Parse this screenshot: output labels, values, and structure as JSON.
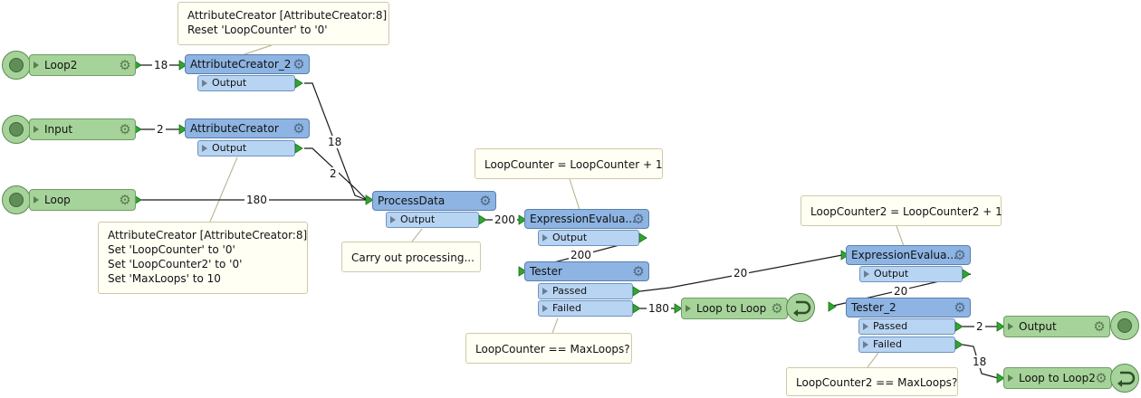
{
  "notes": {
    "ac2": [
      "AttributeCreator [AttributeCreator:8]",
      "Reset 'LoopCounter' to '0'"
    ],
    "ac": [
      "AttributeCreator [AttributeCreator:8]",
      "Set 'LoopCounter' to '0'",
      "Set 'LoopCounter2' to '0'",
      "Set 'MaxLoops' to 10"
    ],
    "expr1": [
      "LoopCounter = LoopCounter + 1"
    ],
    "process": [
      "Carry out processing..."
    ],
    "expr2": [
      "LoopCounter2 = LoopCounter2 + 1"
    ],
    "tester1": [
      "LoopCounter == MaxLoops?"
    ],
    "tester2": [
      "LoopCounter2 == MaxLoops?"
    ]
  },
  "bookmarks": {
    "loop2": "Loop2",
    "input": "Input",
    "loop": "Loop",
    "loop_to_loop": "Loop to Loop",
    "output": "Output",
    "loop_to_loop2": "Loop to Loop2"
  },
  "transformers": {
    "attributecreator_2": {
      "name": "AttributeCreator_2",
      "port": "Output"
    },
    "attributecreator": {
      "name": "AttributeCreator",
      "port": "Output"
    },
    "processdata": {
      "name": "ProcessData",
      "port": "Output"
    },
    "expressionevaluator_1": {
      "name": "ExpressionEvalua...",
      "port": "Output"
    },
    "tester": {
      "name": "Tester",
      "ports": [
        "Passed",
        "Failed"
      ]
    },
    "expressionevaluator_2": {
      "name": "ExpressionEvalua...",
      "port": "Output"
    },
    "tester_2": {
      "name": "Tester_2",
      "ports": [
        "Passed",
        "Failed"
      ]
    }
  },
  "counts": {
    "loop2_to_ac2": "18",
    "input_to_ac": "2",
    "loop_to_process": "180",
    "ac2_to_process": "18",
    "ac_to_process": "2",
    "process_to_expr1": "200",
    "expr1_to_tester": "200",
    "tester_passed_to_expr2": "20",
    "tester_failed_to_loop": "180",
    "expr2_to_tester2": "20",
    "tester2_passed_to_output": "2",
    "tester2_failed_to_loop2": "18"
  },
  "colors": {
    "transformer": "#8db4e2",
    "port": "#b8d4f3",
    "bookmark": "#a6d39a",
    "note": "#fffff4",
    "connector": "#2ea82e"
  },
  "icons": [
    "gear-icon",
    "triangle-expand-icon",
    "loop-return-icon",
    "junction-input-icon",
    "junction-output-icon"
  ]
}
